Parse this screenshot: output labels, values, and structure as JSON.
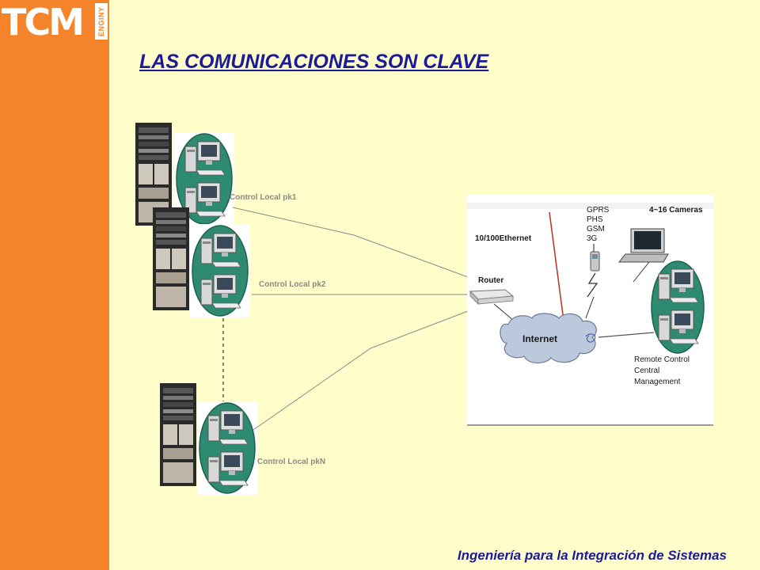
{
  "logo": {
    "main": "TCM",
    "sub": "ENGINY"
  },
  "title": "LAS COMUNICACIONES SON CLAVE",
  "footer": "Ingeniería para la Integración de Sistemas",
  "nodes": [
    {
      "label": "Control Local pk1"
    },
    {
      "label": "Control Local pk2"
    },
    {
      "label": "Control Local pkN"
    }
  ],
  "network": {
    "ethernet": "10/100Ethernet",
    "router": "Router",
    "internet": "Internet",
    "mobile": [
      "GPRS",
      "PHS",
      "GSM",
      "3G"
    ],
    "cameras": "4~16 Cameras",
    "remote": [
      "Remote Control",
      "Central",
      "Management"
    ]
  },
  "colors": {
    "sidebar": "#F5832A",
    "background": "#FFFDC9",
    "title": "#1B1B9A",
    "ellipse": "#2E8B72"
  }
}
